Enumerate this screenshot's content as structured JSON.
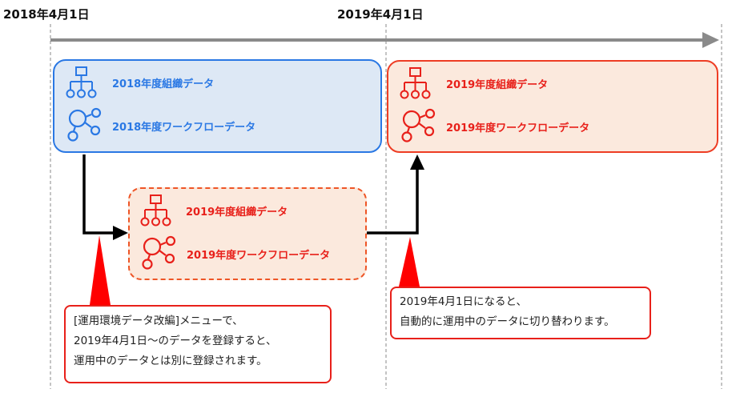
{
  "timeline": {
    "start_label": "2018年4月1日",
    "mid_label": "2019年4月1日"
  },
  "boxes": {
    "current_2018": {
      "org_label": "2018年度組織データ",
      "workflow_label": "2018年度ワークフローデータ",
      "color": "#2a78e4",
      "fill": "#dde8f5"
    },
    "next_2019": {
      "org_label": "2019年度組織データ",
      "workflow_label": "2019年度ワークフローデータ",
      "color": "#ee3d24",
      "fill": "#fbe9dd"
    },
    "draft_2019": {
      "org_label": "2019年度組織データ",
      "workflow_label": "2019年度ワークフローデータ",
      "color": "#ee5526",
      "fill": "#fbe9dd"
    }
  },
  "callouts": {
    "left": {
      "lines": [
        "[運用環境データ改編]メニューで、",
        "2019年4月1日～のデータを登録すると、",
        "運用中のデータとは別に登録されます。"
      ]
    },
    "right": {
      "lines": [
        "2019年4月1日になると、",
        "自動的に運用中のデータに切り替わります。"
      ]
    }
  },
  "icons": {
    "org": "org-chart-icon",
    "workflow": "workflow-icon"
  }
}
